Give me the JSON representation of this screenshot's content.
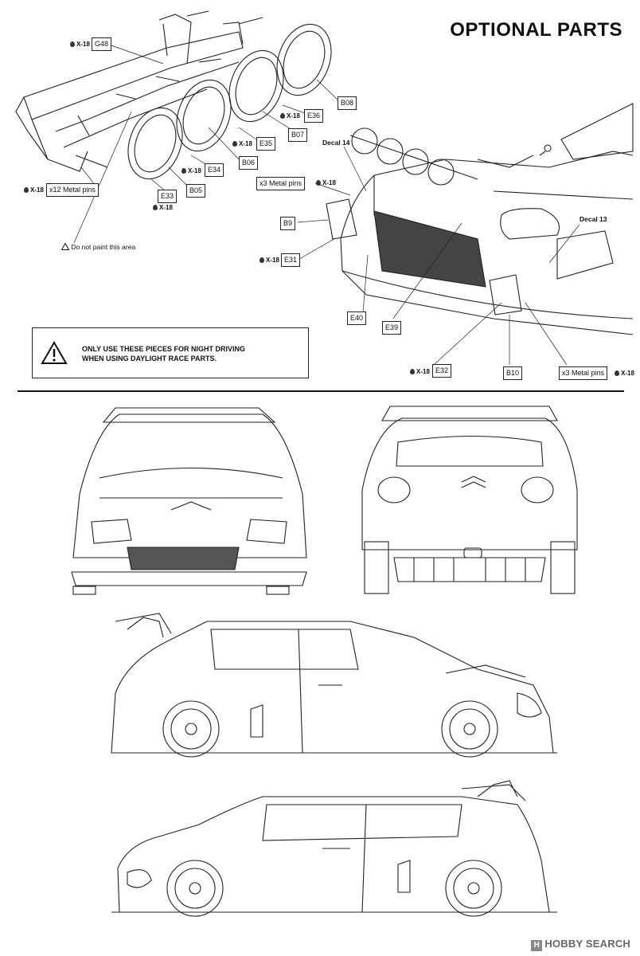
{
  "title": "OPTIONAL PARTS",
  "paint_code": "X-18",
  "callouts": {
    "g48": "G48",
    "b08": "B08",
    "e36": "E36",
    "b07": "B07",
    "e35": "E35",
    "b06": "B06",
    "e34": "E34",
    "b05": "B05",
    "e33": "E33",
    "pins12": "x12 Metal pins",
    "decal14": "Decal 14",
    "pins3_top": "x3 Metal pins",
    "b9": "B9",
    "e31": "E31",
    "decal13": "Decal 13",
    "e40": "E40",
    "e39": "E39",
    "e32": "E32",
    "b10": "B10",
    "pins3_bottom": "x3 Metal pins"
  },
  "do_not_paint": "Do not paint this area",
  "warning": {
    "line1": "ONLY USE THESE PIECES FOR NIGHT DRIVING",
    "line2": "WHEN USING DAYLIGHT RACE PARTS."
  },
  "watermark": {
    "logo": "H",
    "text": "HOBBY SEARCH"
  },
  "icons": [
    "paint-drop-icon",
    "warning-triangle-icon"
  ]
}
